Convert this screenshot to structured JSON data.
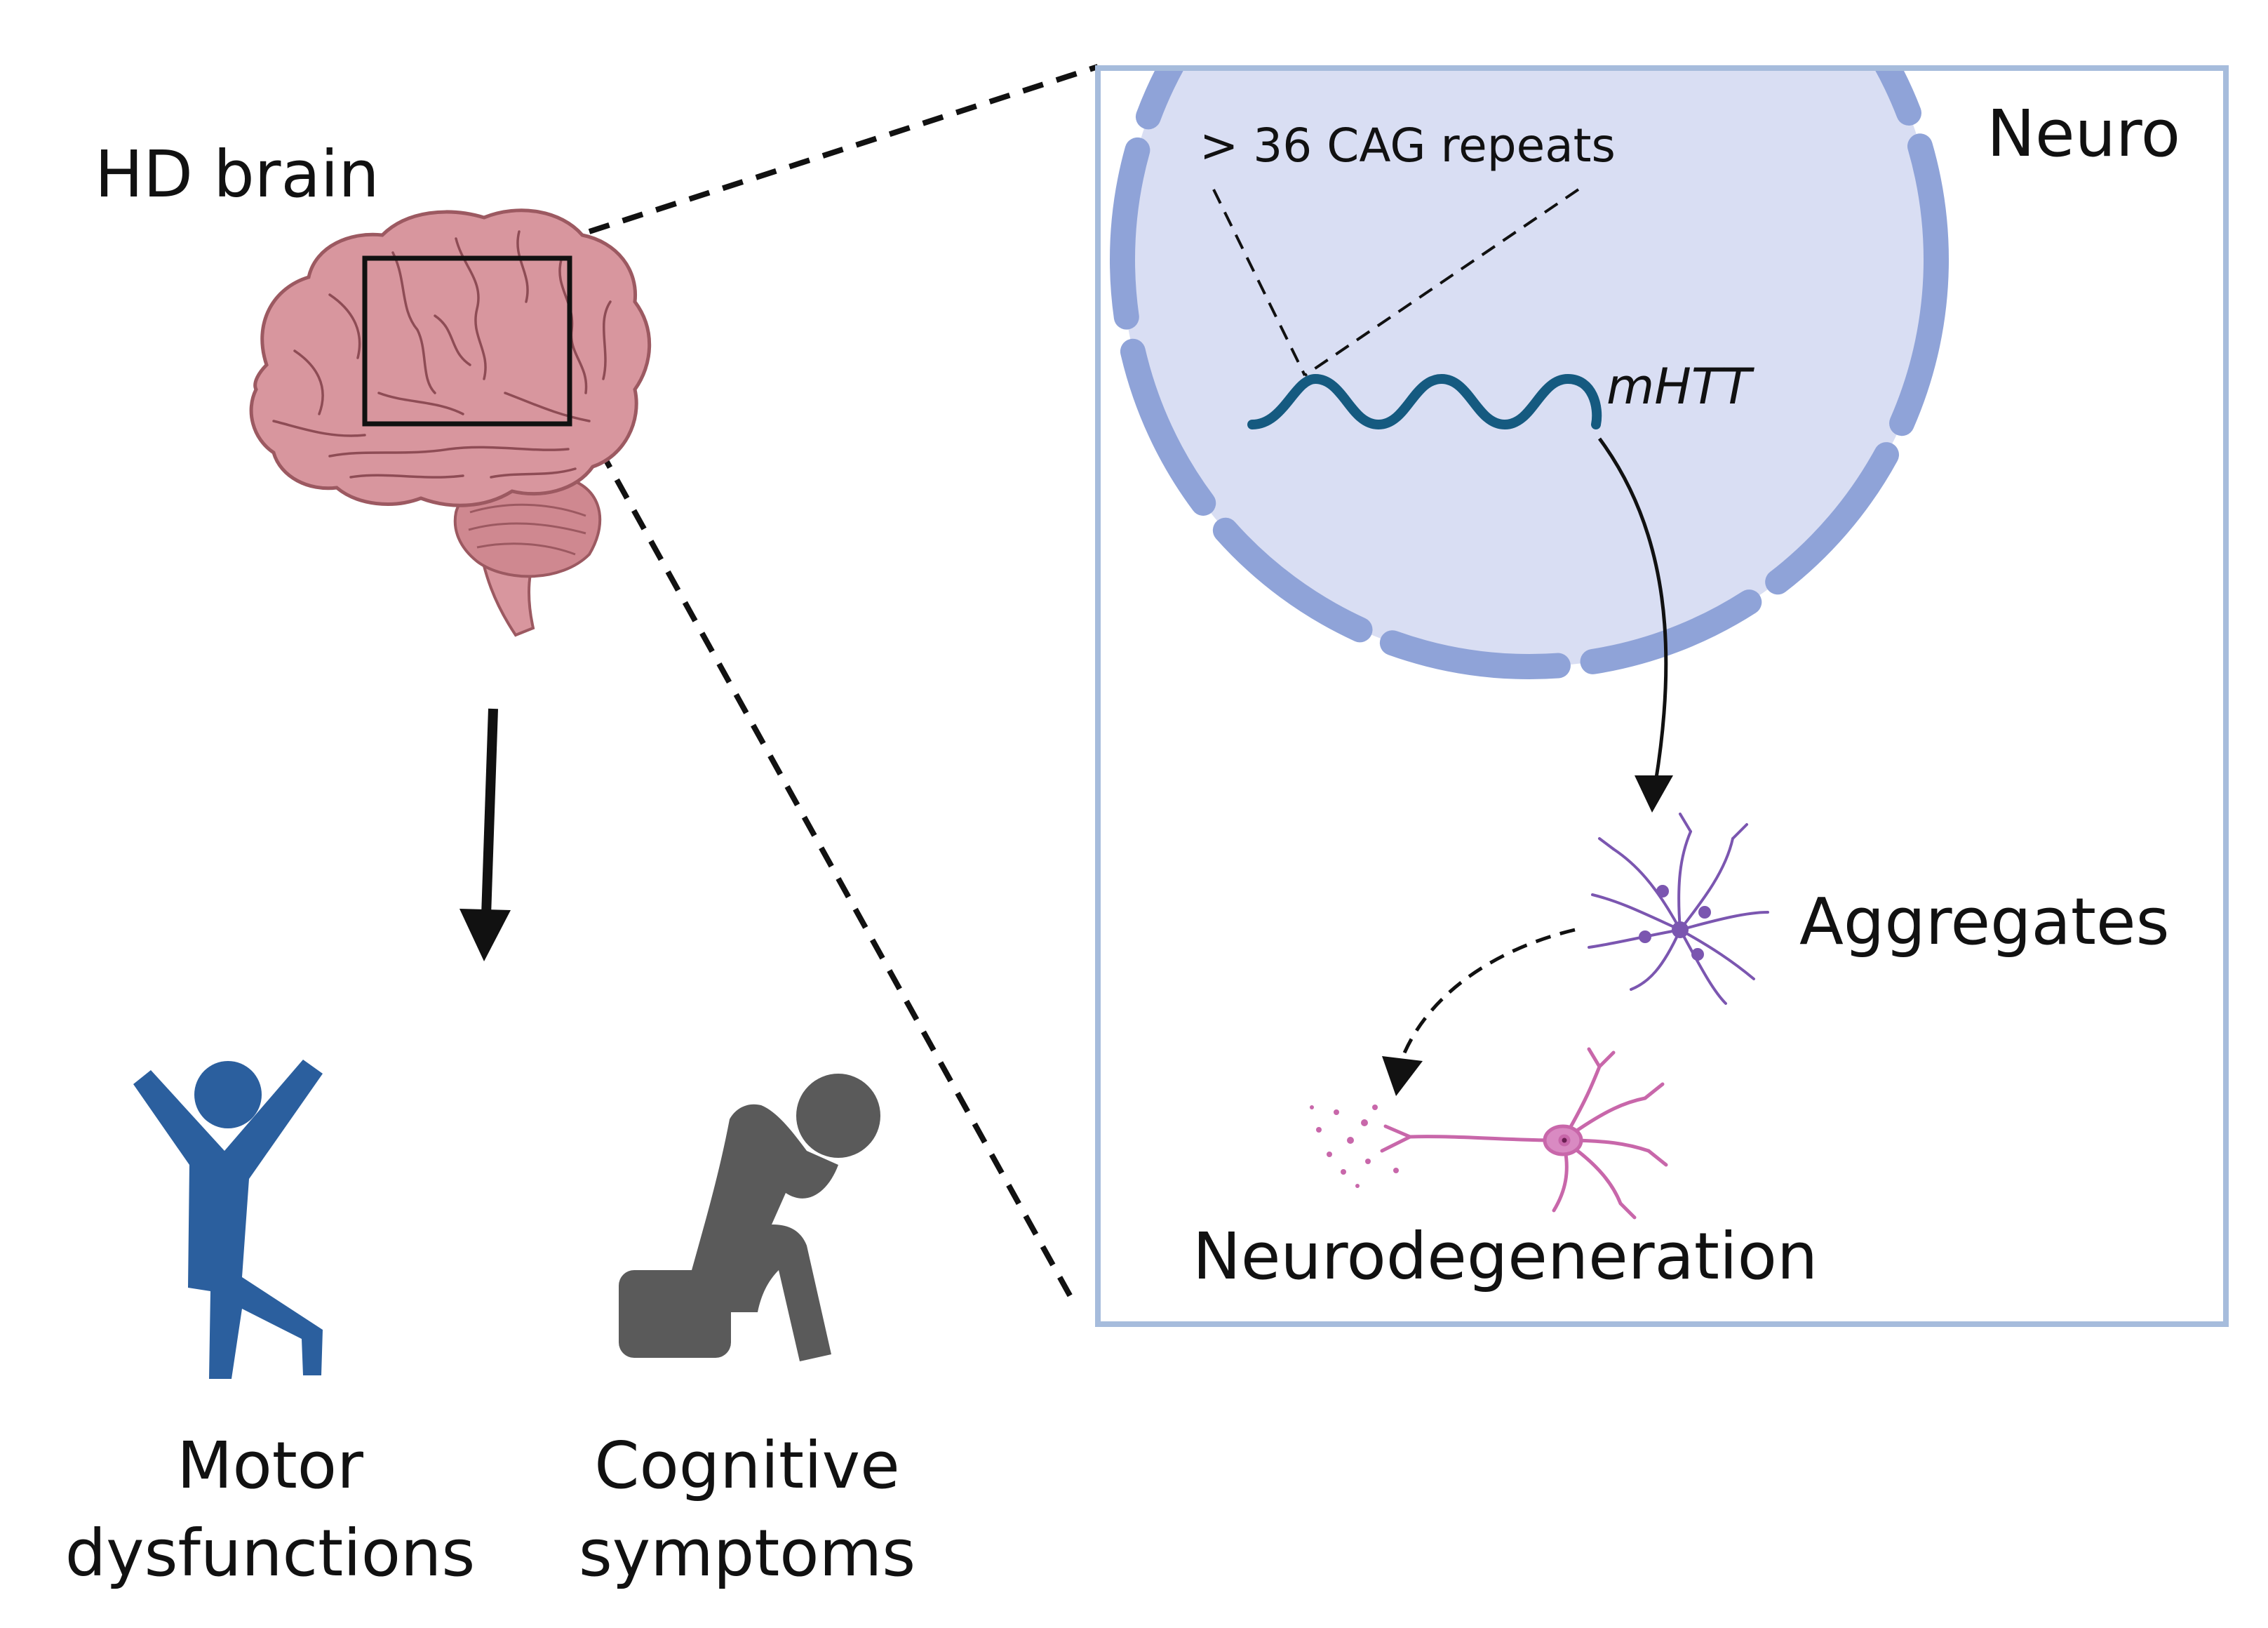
{
  "labels": {
    "hd_brain": "HD brain",
    "neuro_box": "Neuro",
    "cag_repeats": "> 36 CAG repeats",
    "mhtt": "mHTT",
    "aggregates": "Aggregates",
    "neurodegeneration": "Neurodegeneration",
    "motor_line1": "Motor",
    "motor_line2": "dysfunctions",
    "cognitive_line1": "Cognitive",
    "cognitive_line2": "symptoms"
  },
  "icons": {
    "brain": "brain-icon",
    "motor_figure": "dancing-person-icon",
    "cognitive_figure": "distressed-seated-person-icon",
    "aggregate_neuron": "aggregate-neuron-icon",
    "degenerating_neuron": "degenerating-neuron-icon"
  },
  "colors": {
    "brain_fill": "#d8969e",
    "brain_outline": "#9c5961",
    "nucleus_fill": "#d9def3",
    "nuclear_envelope": "#8fa3d8",
    "panel_border": "#a6bcdc",
    "mhtt_strand": "#155a80",
    "motor_figure": "#2b5f9e",
    "cognitive_figure": "#5a5a5a",
    "aggregate_neuron": "#7b56b0",
    "degenerating_neuron": "#c867aa"
  }
}
